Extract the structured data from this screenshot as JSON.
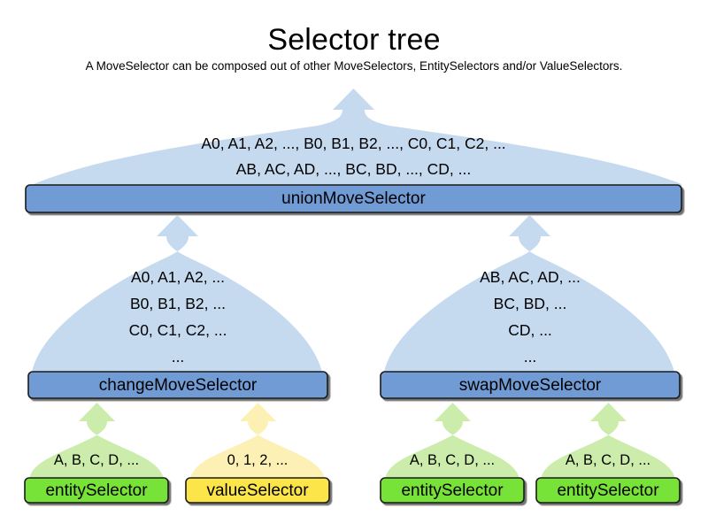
{
  "header": {
    "title": "Selector tree",
    "subtitle": "A MoveSelector can be composed out of other MoveSelectors, EntitySelectors and/or ValueSelectors."
  },
  "colors": {
    "dome_blue": "#c5d9ef",
    "bar_blue": "#6f9bd4",
    "dome_green": "#cbecaa",
    "bar_green": "#77e337",
    "dome_yellow": "#fcf0b4",
    "bar_yellow": "#fbe54a",
    "outline": "#1a1a1a",
    "background": "#ffffff"
  },
  "nodes": {
    "union": {
      "label": "unionMoveSelector",
      "lines": [
        "A0, A1, A2, ..., B0, B1, B2, ..., C0, C1, C2, ...",
        "AB, AC, AD, ..., BC, BD, ..., CD, ..."
      ]
    },
    "change": {
      "label": "changeMoveSelector",
      "lines": [
        "A0, A1, A2, ...",
        "B0, B1, B2, ...",
        "C0, C1, C2, ...",
        "..."
      ]
    },
    "swap": {
      "label": "swapMoveSelector",
      "lines": [
        "AB, AC, AD, ...",
        "BC, BD, ...",
        "CD, ...",
        "..."
      ]
    },
    "leaves": [
      {
        "label": "entitySelector",
        "line": "A, B, C, D, ...",
        "kind": "entity"
      },
      {
        "label": "valueSelector",
        "line": "0, 1, 2, ...",
        "kind": "value"
      },
      {
        "label": "entitySelector",
        "line": "A, B, C, D, ...",
        "kind": "entity"
      },
      {
        "label": "entitySelector",
        "line": "A, B, C, D, ...",
        "kind": "entity"
      }
    ]
  }
}
